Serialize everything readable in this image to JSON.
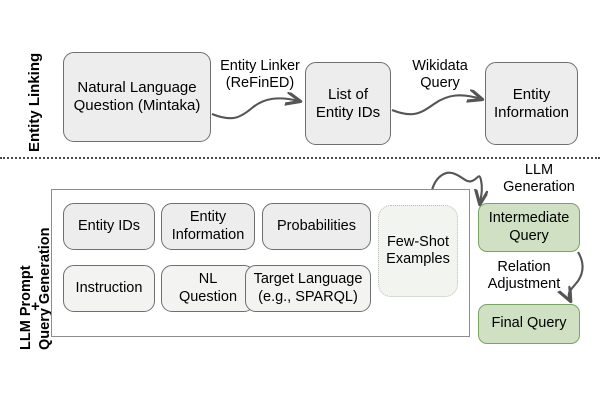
{
  "figure": {
    "sections": [
      {
        "id": "entity-linking",
        "label": "Entity Linking"
      },
      {
        "id": "llm-prompt-query-generation",
        "label_line1": "LLM Prompt",
        "label_line2": "Query Generation",
        "plus": "+"
      }
    ],
    "entity_linking": {
      "nodes": [
        {
          "id": "nl-question",
          "label": "Natural Language\nQuestion (Mintaka)"
        },
        {
          "id": "entity-id-list",
          "label": "List of\nEntity IDs"
        },
        {
          "id": "entity-information",
          "label": "Entity\nInformation"
        }
      ],
      "edges": [
        {
          "id": "entity-linker",
          "label": "Entity Linker\n(ReFinED)"
        },
        {
          "id": "wikidata-query",
          "label": "Wikidata\nQuery"
        }
      ]
    },
    "prompt": {
      "row1": [
        {
          "id": "entity-ids",
          "label": "Entity IDs"
        },
        {
          "id": "entity-information",
          "label": "Entity\nInformation"
        },
        {
          "id": "probabilities",
          "label": "Probabilities"
        }
      ],
      "row2": [
        {
          "id": "instruction",
          "label": "Instruction"
        },
        {
          "id": "nl-question",
          "label": "NL\nQuestion"
        },
        {
          "id": "target-language",
          "label": "Target Language\n(e.g., SPARQL)"
        }
      ],
      "span": {
        "id": "few-shot-examples",
        "label": "Few-Shot\nExamples"
      }
    },
    "generation": {
      "nodes": [
        {
          "id": "intermediate-query",
          "label": "Intermediate\nQuery"
        },
        {
          "id": "final-query",
          "label": "Final Query"
        }
      ],
      "edges": [
        {
          "id": "llm-generation",
          "label": "LLM\nGeneration"
        },
        {
          "id": "relation-adjustment",
          "label": "Relation\nAdjustment"
        }
      ]
    },
    "colors": {
      "gray_fill": "#ededed",
      "gray_border": "#6f6f6f",
      "green_fill": "#cfe0c3",
      "green_border": "#7aa464",
      "dotted_border": "#b9bcb6",
      "arrow": "#555555",
      "divider": "#4a4a4a"
    }
  }
}
